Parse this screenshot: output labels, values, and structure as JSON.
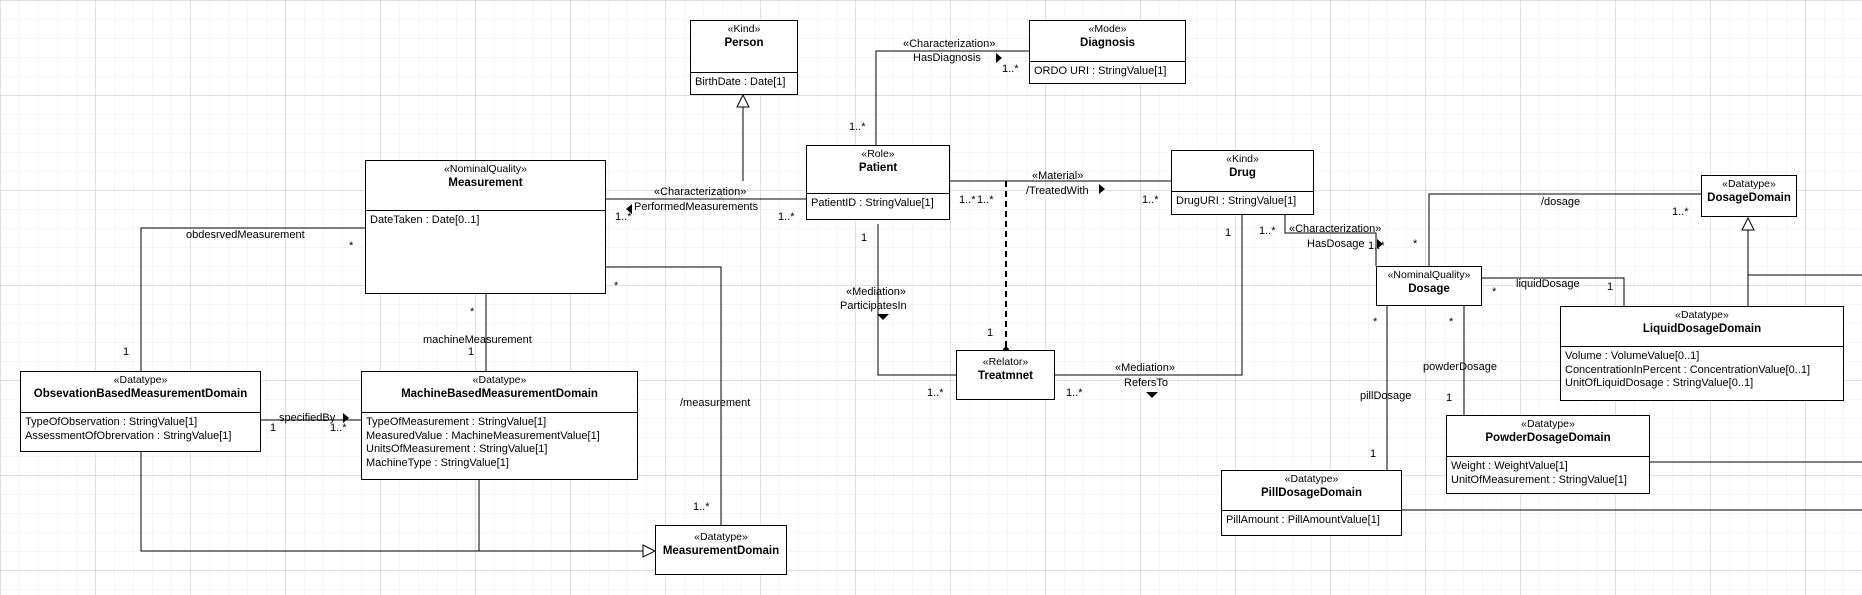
{
  "classes": {
    "person": {
      "stereotype": "«Kind»",
      "name": "Person",
      "attributes": [
        "BirthDate : Date[1]"
      ]
    },
    "diagnosis": {
      "stereotype": "«Mode»",
      "name": "Diagnosis",
      "attributes": [
        "ORDO URI : StringValue[1]"
      ]
    },
    "measurement": {
      "stereotype": "«NominalQuality»",
      "name": "Measurement",
      "attributes": [
        "DateTaken : Date[0..1]"
      ]
    },
    "patient": {
      "stereotype": "«Role»",
      "name": "Patient",
      "attributes": [
        "PatientID : StringValue[1]"
      ]
    },
    "drug": {
      "stereotype": "«Kind»",
      "name": "Drug",
      "attributes": [
        "DrugURI : StringValue[1]"
      ]
    },
    "dosage_domain": {
      "stereotype": "«Datatype»",
      "name": "DosageDomain",
      "attributes": []
    },
    "dosage": {
      "stereotype": "«NominalQuality»",
      "name": "Dosage",
      "attributes": []
    },
    "liquid_dosage_domain": {
      "stereotype": "«Datatype»",
      "name": "LiquidDosageDomain",
      "attributes": [
        "Volume : VolumeValue[0..1]",
        "ConcentrationInPercent : ConcentrationValue[0..1]",
        "UnitOfLiquidDosage : StringValue[0..1]"
      ]
    },
    "observation_domain": {
      "stereotype": "«Datatype»",
      "name": "ObsevationBasedMeasurementDomain",
      "attributes": [
        "TypeOfObservation : StringValue[1]",
        "AssessmentOfObrervation : StringValue[1]"
      ]
    },
    "machine_domain": {
      "stereotype": "«Datatype»",
      "name": "MachineBasedMeasurementDomain",
      "attributes": [
        "TypeOfMeasurement : StringValue[1]",
        "MeasuredValue : MachineMeasurementValue[1]",
        "UnitsOfMeasurement : StringValue[1]",
        "MachineType : StringValue[1]"
      ]
    },
    "treatment": {
      "stereotype": "«Relator»",
      "name": "Treatmnet",
      "attributes": []
    },
    "powder_dosage_domain": {
      "stereotype": "«Datatype»",
      "name": "PowderDosageDomain",
      "attributes": [
        "Weight : WeightValue[1]",
        "UnitOfMeasurement : StringValue[1]"
      ]
    },
    "pill_dosage_domain": {
      "stereotype": "«Datatype»",
      "name": "PillDosageDomain",
      "attributes": [
        "PillAmount : PillAmountValue[1]"
      ]
    },
    "measurement_domain": {
      "stereotype": "«Datatype»",
      "name": "MeasurementDomain",
      "attributes": []
    }
  },
  "associations": {
    "char_diag_stereo": "«Characterization»",
    "char_diag_name": "HasDiagnosis",
    "mult_diag": "1..*",
    "mult_pat_diag": "1..*",
    "char_meas_stereo": "«Characterization»",
    "char_meas_name": "PerformedMeasurements",
    "mult_meas_left": "1..*",
    "mult_meas_right": "1..*",
    "material_stereo": "«Material»",
    "material_name": "/TreatedWith",
    "mult_mat_left": "1..*",
    "mult_mat_left2": "1..*",
    "mult_mat_right": "1..*",
    "char_dos_stereo": "«Characterization»",
    "char_dos_name": "HasDosage",
    "mult_drug_dos": "1..*",
    "mult_dos_drug": "1..*",
    "dosage_role": "/dosage",
    "mult_dosage_a": "*",
    "mult_dosage_b": "1..*",
    "liquid_role": "liquidDosage",
    "mult_liquid_a": "*",
    "mult_liquid_b": "1",
    "powder_role": "powderDosage",
    "mult_powder_a": "*",
    "mult_powder_b": "1",
    "pill_role": "pillDosage",
    "mult_pill_a": "*",
    "mult_pill_b": "1",
    "med1_stereo": "«Mediation»",
    "med1_name": "ParticipatesIn",
    "mult_med1_top": "1",
    "mult_med1_bottom": "1..*",
    "med2_stereo": "«Mediation»",
    "med2_name": "RefersTo",
    "mult_med2_left": "1..*",
    "mult_med2_top": "1",
    "mult_treat_top": "1",
    "obs_role": "obdesrvedMeasurement",
    "mult_obs_a": "*",
    "mult_obs_b": "1",
    "machine_role": "machineMeasurement",
    "mult_machine_a": "*",
    "mult_machine_b": "1",
    "specified_name": "specifiedBy",
    "mult_spec_left": "1",
    "mult_spec_right": "1..*",
    "meas_role": "/measurement",
    "mult_measrole_a": "*",
    "mult_measrole_b": "1..*"
  }
}
